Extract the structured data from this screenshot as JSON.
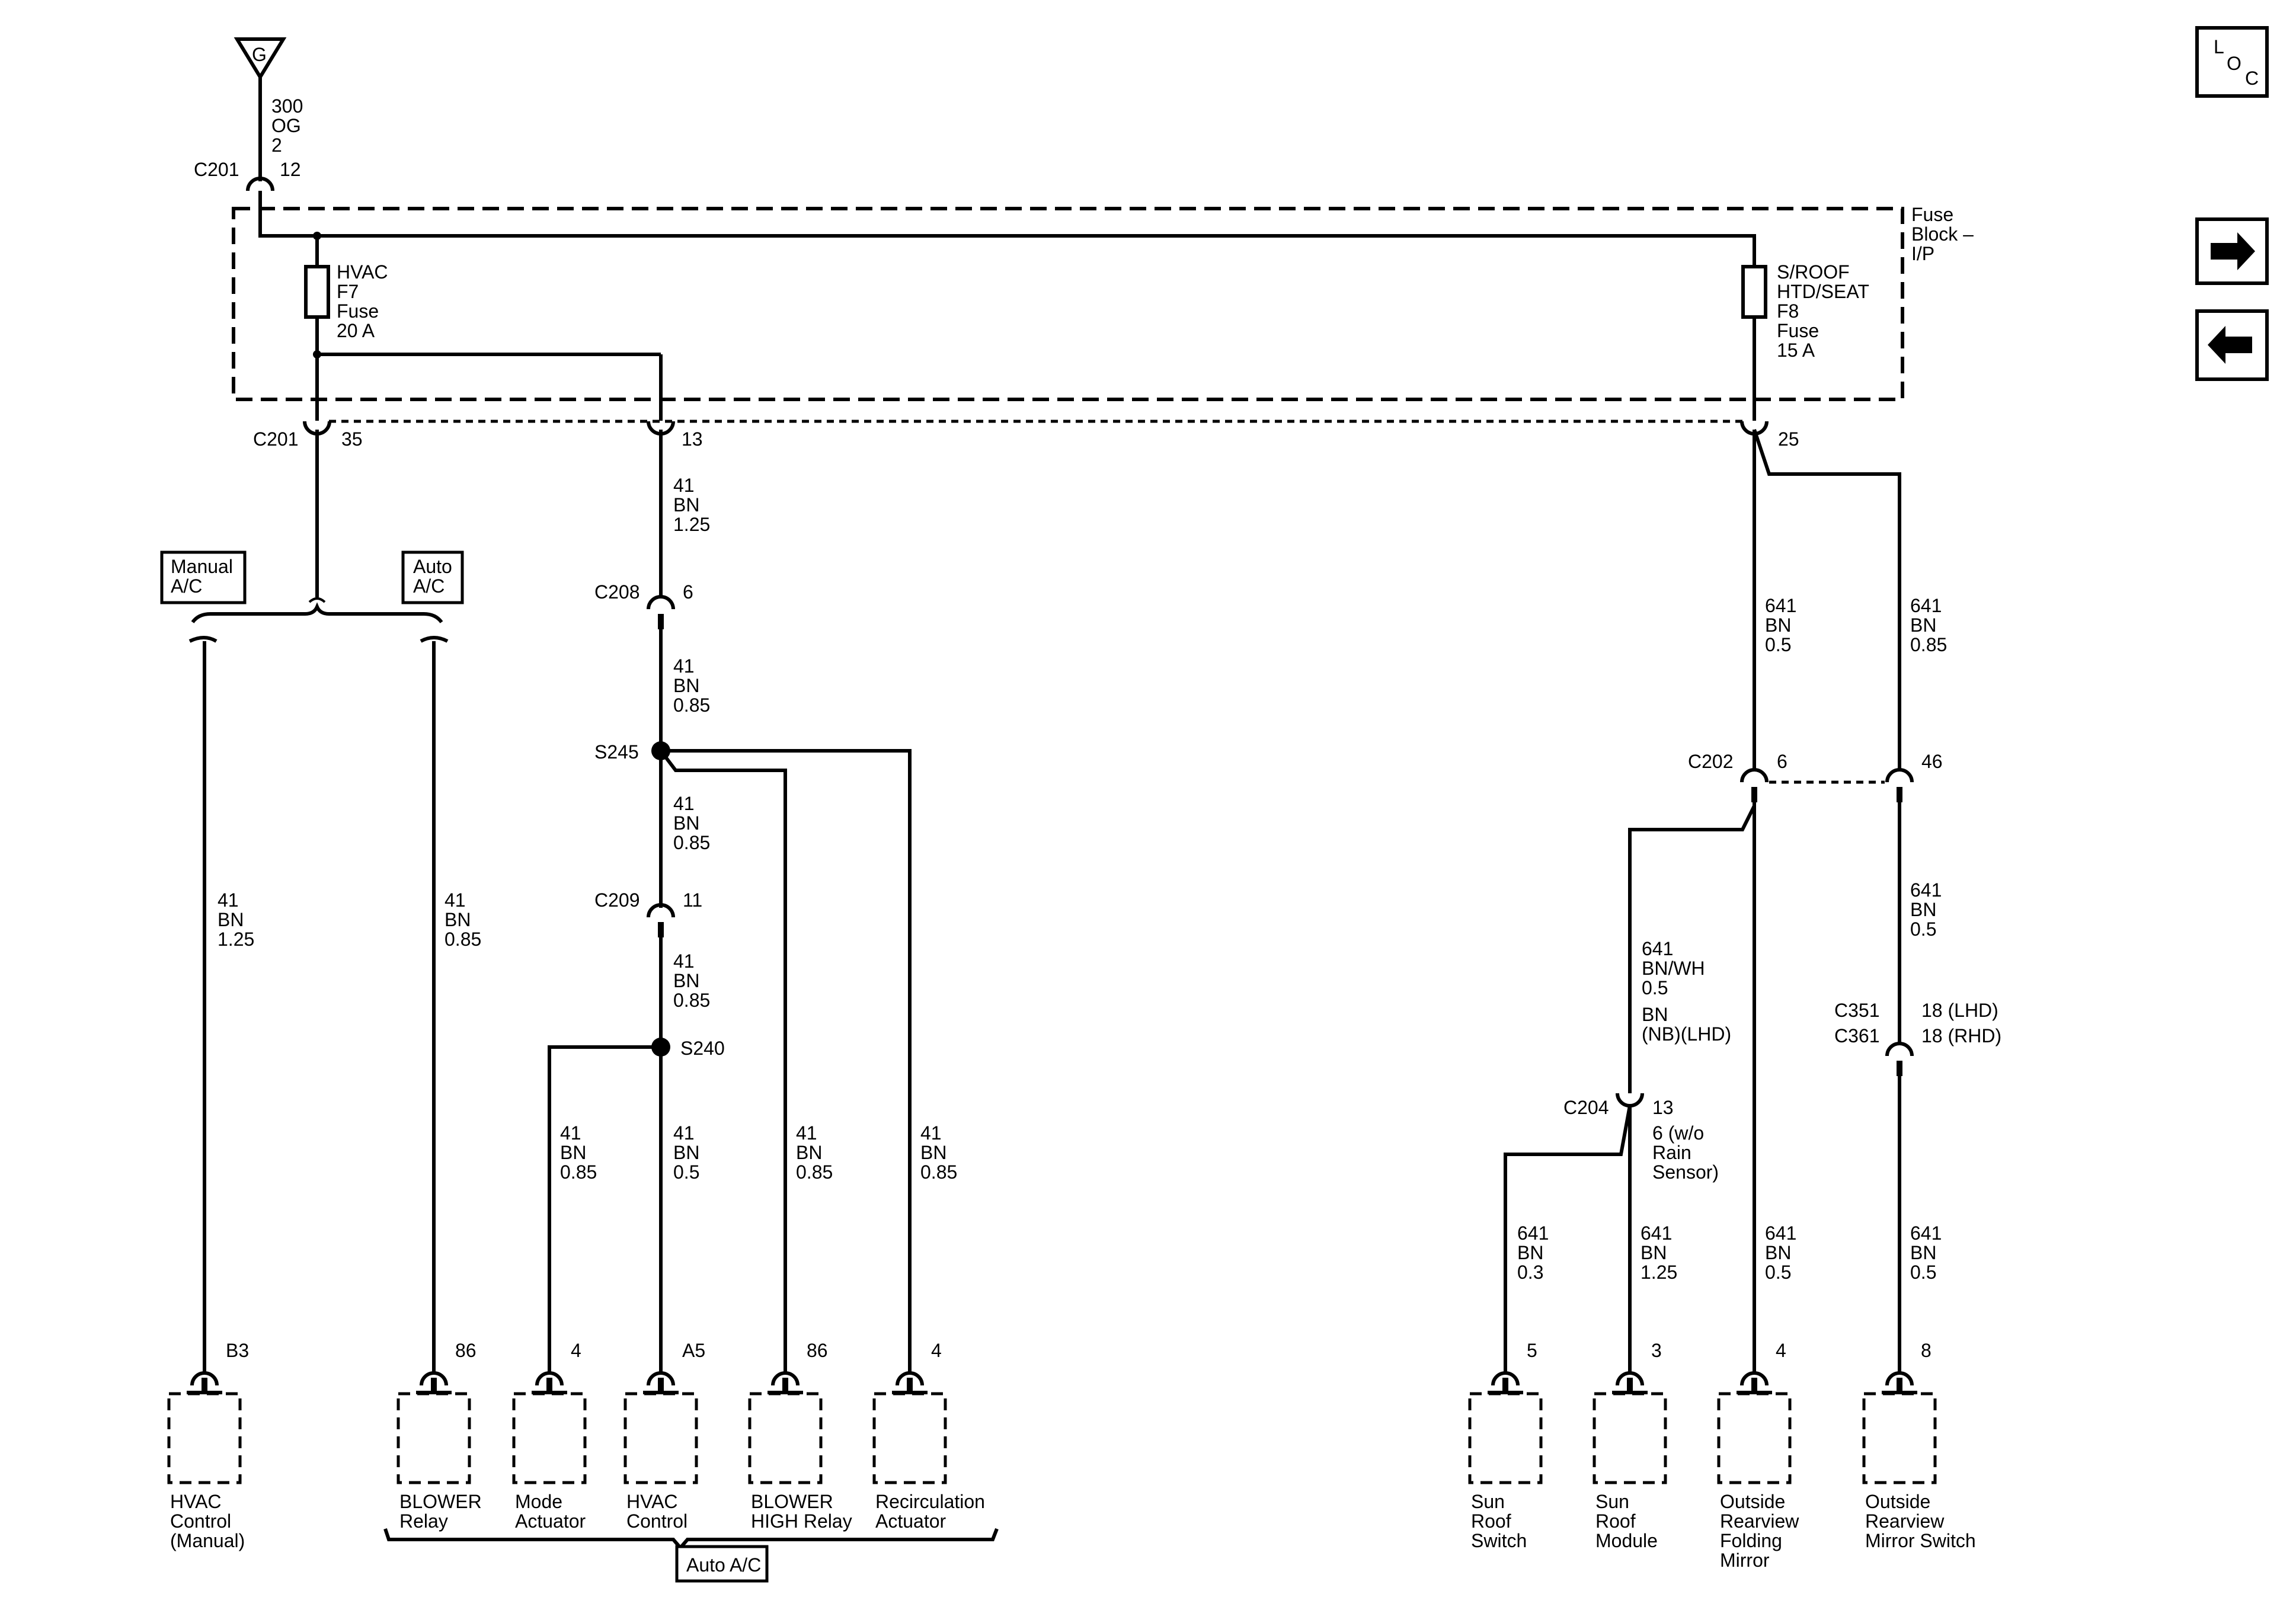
{
  "ground": {
    "symbol": "G",
    "wire_circuit": "300",
    "wire_color": "OG",
    "wire_size": "2"
  },
  "nav": {
    "loc_l": "L",
    "loc_o": "O",
    "loc_c": "C"
  },
  "fuse_block": {
    "label_1": "Fuse",
    "label_2": "Block –",
    "label_3": "I/P"
  },
  "fuses": [
    {
      "line1": "HVAC",
      "line2": "F7",
      "line3": "Fuse",
      "line4": "20 A"
    },
    {
      "line1": "S/ROOF",
      "line2": "HTD/SEAT",
      "line3": "F8",
      "line4": "Fuse",
      "line5": "15 A"
    }
  ],
  "connectors": {
    "c201_top": {
      "name": "C201",
      "pin": "12"
    },
    "c201_bottom": {
      "name": "C201",
      "pin": "35"
    },
    "c201_pin13": "13",
    "c201_pin25": "25",
    "c208": {
      "name": "C208",
      "pin": "6"
    },
    "c209": {
      "name": "C209",
      "pin": "11"
    },
    "c202": {
      "name": "C202",
      "pin": "6",
      "pin2": "46"
    },
    "c204": {
      "name": "C204",
      "pin": "13",
      "pin_alt_1": "6 (w/o",
      "pin_alt_2": "Rain",
      "pin_alt_3": "Sensor)"
    },
    "c351": {
      "name": "C351",
      "pin": "18 (LHD)"
    },
    "c361": {
      "name": "C361",
      "pin": "18 (RHD)"
    }
  },
  "splices": {
    "s245": "S245",
    "s240": "S240"
  },
  "options": {
    "manual_1": "Manual",
    "manual_2": "A/C",
    "auto_1": "Auto",
    "auto_2": "A/C",
    "auto_bottom": "Auto A/C"
  },
  "wires": [
    {
      "id": "w13",
      "c": "41",
      "col": "BN",
      "size": "1.25"
    },
    {
      "id": "w-c208-s245",
      "c": "41",
      "col": "BN",
      "size": "0.85"
    },
    {
      "id": "w-s245-c209",
      "c": "41",
      "col": "BN",
      "size": "0.85"
    },
    {
      "id": "w-c209-s240",
      "c": "41",
      "col": "BN",
      "size": "0.85"
    },
    {
      "id": "w-manual",
      "c": "41",
      "col": "BN",
      "size": "1.25"
    },
    {
      "id": "w-auto-blower",
      "c": "41",
      "col": "BN",
      "size": "0.85"
    },
    {
      "id": "w-mode",
      "c": "41",
      "col": "BN",
      "size": "0.85"
    },
    {
      "id": "w-hvac-ctl",
      "c": "41",
      "col": "BN",
      "size": "0.5"
    },
    {
      "id": "w-blower-high",
      "c": "41",
      "col": "BN",
      "size": "0.85"
    },
    {
      "id": "w-recirc",
      "c": "41",
      "col": "BN",
      "size": "0.85"
    },
    {
      "id": "w-25-c202",
      "c": "641",
      "col": "BN",
      "size": "0.5"
    },
    {
      "id": "w-25-46",
      "c": "641",
      "col": "BN",
      "size": "0.85"
    },
    {
      "id": "w-46-c351",
      "c": "641",
      "col": "BN",
      "size": "0.5"
    },
    {
      "id": "w-c204-in",
      "c": "641",
      "col": "BN/WH",
      "size": "0.5",
      "alt_1": "BN",
      "alt_2": "(NB)(LHD)"
    },
    {
      "id": "w-sunroof-sw",
      "c": "641",
      "col": "BN",
      "size": "0.3"
    },
    {
      "id": "w-sunroof-mod",
      "c": "641",
      "col": "BN",
      "size": "1.25"
    },
    {
      "id": "w-fold-mirror",
      "c": "641",
      "col": "BN",
      "size": "0.5"
    },
    {
      "id": "w-mirror-sw",
      "c": "641",
      "col": "BN",
      "size": "0.5"
    }
  ],
  "components": [
    {
      "pin": "B3",
      "l1": "HVAC",
      "l2": "Control",
      "l3": "(Manual)"
    },
    {
      "pin": "86",
      "l1": "BLOWER",
      "l2": "Relay",
      "l3": ""
    },
    {
      "pin": "4",
      "l1": "Mode",
      "l2": "Actuator",
      "l3": ""
    },
    {
      "pin": "A5",
      "l1": "HVAC",
      "l2": "Control",
      "l3": ""
    },
    {
      "pin": "86",
      "l1": "BLOWER",
      "l2": "HIGH Relay",
      "l3": ""
    },
    {
      "pin": "4",
      "l1": "Recirculation",
      "l2": "Actuator",
      "l3": ""
    },
    {
      "pin": "5",
      "l1": "Sun",
      "l2": "Roof",
      "l3": "Switch",
      "l4": ""
    },
    {
      "pin": "3",
      "l1": "Sun",
      "l2": "Roof",
      "l3": "Module",
      "l4": ""
    },
    {
      "pin": "4",
      "l1": "Outside",
      "l2": "Rearview",
      "l3": "Folding",
      "l4": "Mirror"
    },
    {
      "pin": "8",
      "l1": "Outside",
      "l2": "Rearview",
      "l3": "Mirror Switch",
      "l4": ""
    }
  ]
}
